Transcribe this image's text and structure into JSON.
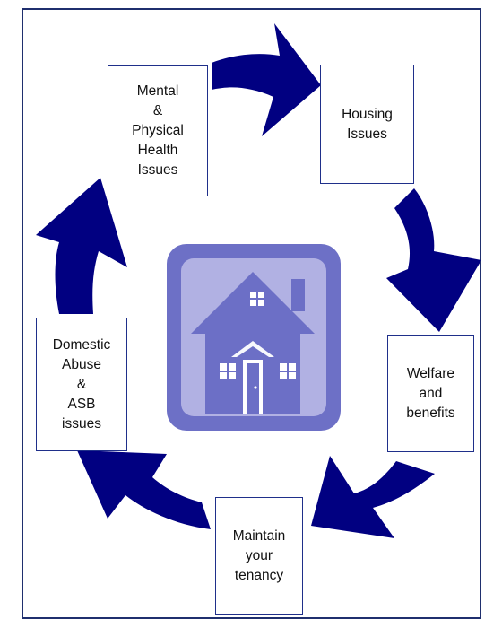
{
  "diagram": {
    "colors": {
      "arrow": "#010081",
      "frame": "#1f2f6e",
      "box_border": "#1f2f8a",
      "house_outer": "#6d70c6",
      "house_inner": "#b1b1e3",
      "house_body": "#6c6fc6"
    },
    "icon": "house-icon",
    "boxes": {
      "mental": "Mental\n&\nPhysical\nHealth\nIssues",
      "housing": "Housing\nIssues",
      "welfare": "Welfare\nand\nbenefits",
      "tenancy": "Maintain\nyour\ntenancy",
      "domestic": "Domestic\nAbuse\n&\nASB\nissues"
    },
    "cycle_order": [
      "mental",
      "housing",
      "welfare",
      "tenancy",
      "domestic"
    ]
  }
}
